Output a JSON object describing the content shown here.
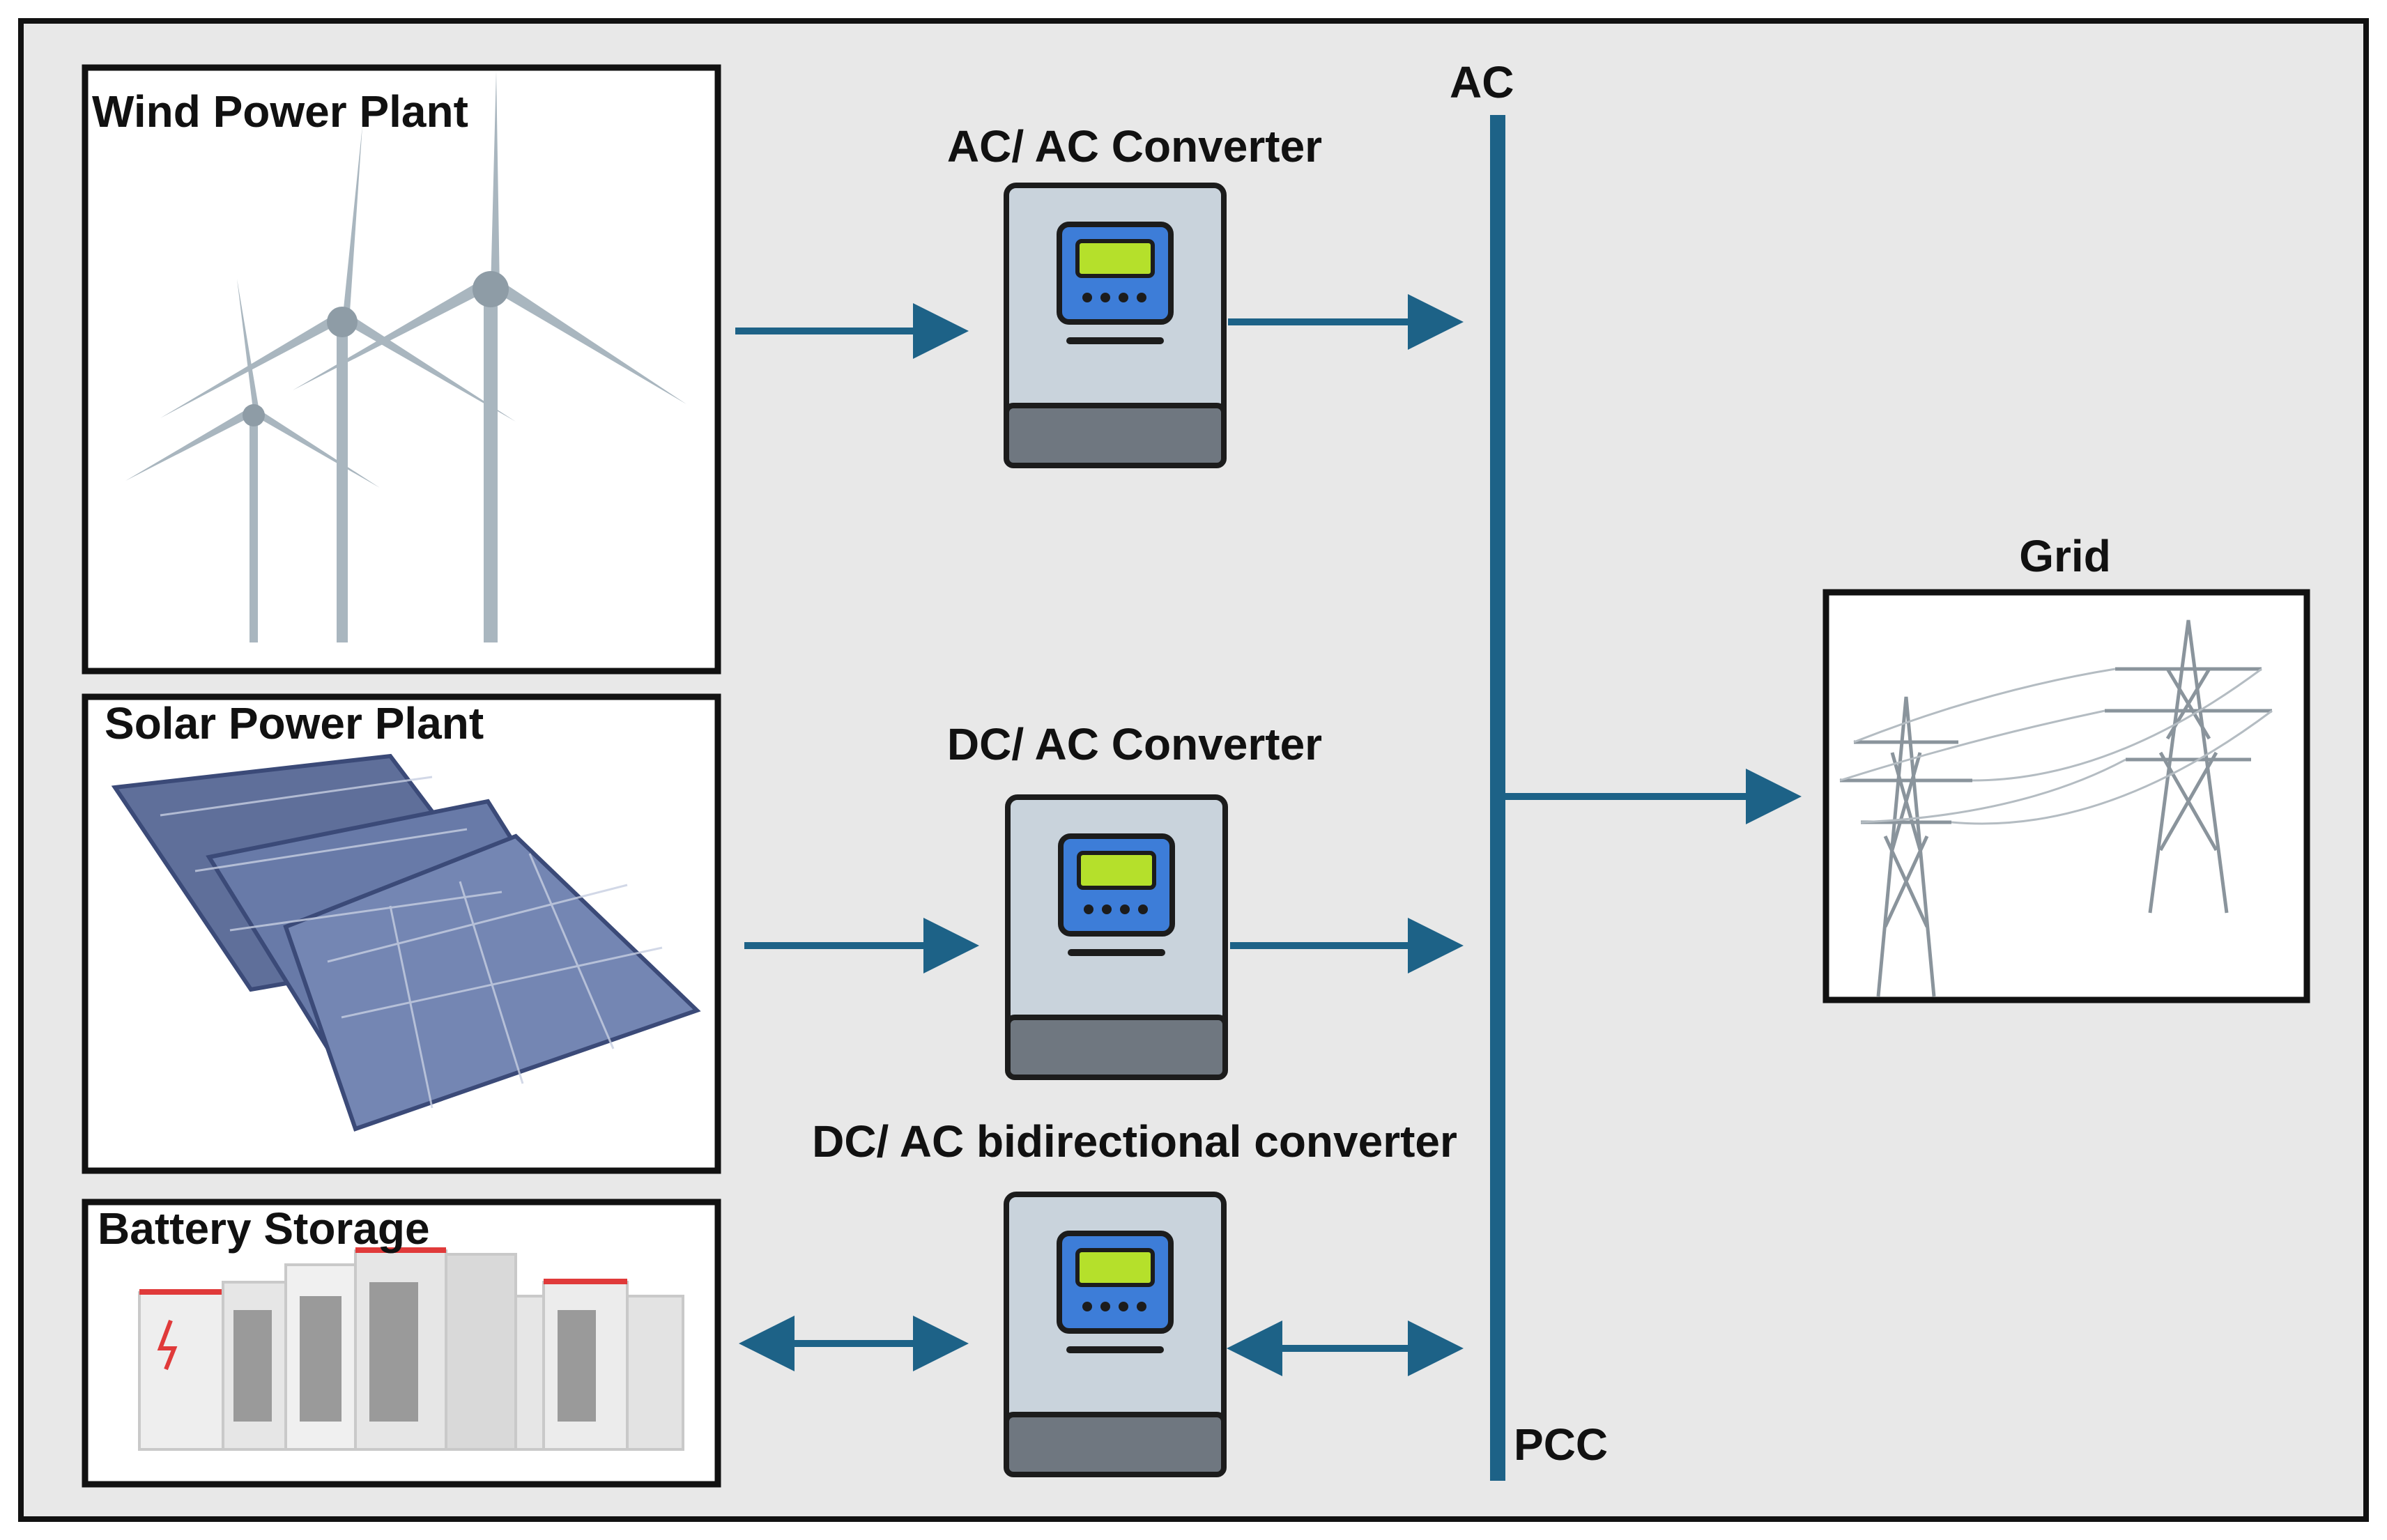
{
  "bus": {
    "top_label": "AC",
    "bottom_label": "PCC"
  },
  "sources": {
    "wind": {
      "label": "Wind Power Plant",
      "icon": "wind-turbines-icon"
    },
    "solar": {
      "label": "Solar Power Plant",
      "icon": "solar-panels-icon"
    },
    "battery": {
      "label": "Battery Storage",
      "icon": "battery-racks-icon"
    }
  },
  "converters": {
    "ac_ac": {
      "label": "AC/ AC Converter",
      "icon": "converter-unit-icon"
    },
    "dc_ac": {
      "label": "DC/ AC Converter",
      "icon": "converter-unit-icon"
    },
    "bidirectional": {
      "label": "DC/ AC bidirectional converter",
      "icon": "converter-unit-icon"
    }
  },
  "grid": {
    "label": "Grid",
    "icon": "transmission-towers-icon"
  },
  "colors": {
    "background": "#e8e8e8",
    "frame": "#111111",
    "bus": "#1d6287",
    "arrow": "#1d6287",
    "converter_body": "#c9d3dc",
    "converter_base": "#6f7780",
    "converter_display": "#3d7dd8",
    "converter_screen": "#b5e02b",
    "turbine": "#a9b6bf",
    "solar_panel": "#5f6f9a",
    "battery_accent": "#e03a3a"
  }
}
